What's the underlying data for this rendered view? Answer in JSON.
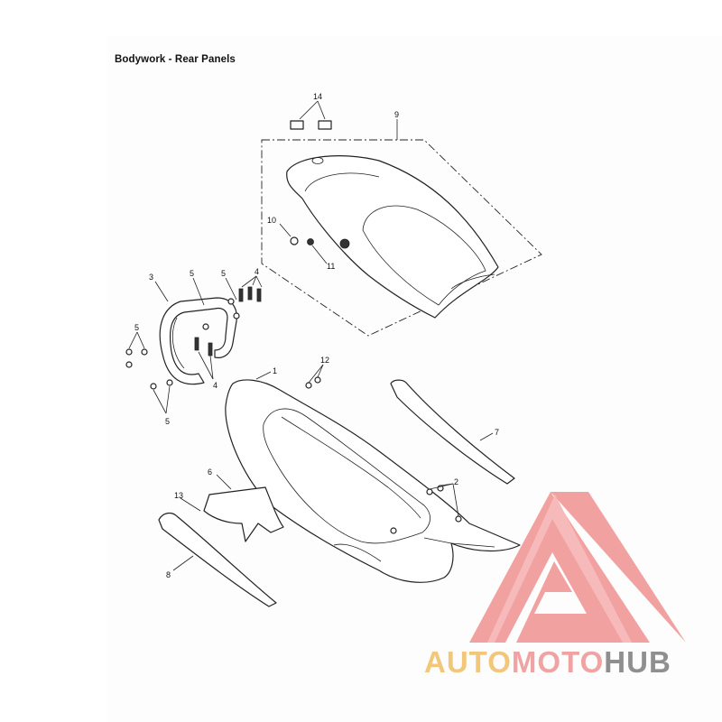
{
  "title": "Bodywork - Rear Panels",
  "callouts": {
    "c1": "1",
    "c2": "2",
    "c3": "3",
    "c4a": "4",
    "c4b": "4",
    "c5a": "5",
    "c5b": "5",
    "c5c": "5",
    "c5d": "5",
    "c6": "6",
    "c7": "7",
    "c8": "8",
    "c9": "9",
    "c10": "10",
    "c11": "11",
    "c12": "12",
    "c13": "13",
    "c14": "14"
  },
  "logo": {
    "part1": "AUTO",
    "part2": "MOTO",
    "part3": "HUB",
    "colors": {
      "auto": "#f2c77a",
      "moto": "#f0a3a3",
      "hub": "#8f8f8f",
      "triangle": "#f29a9a"
    }
  }
}
